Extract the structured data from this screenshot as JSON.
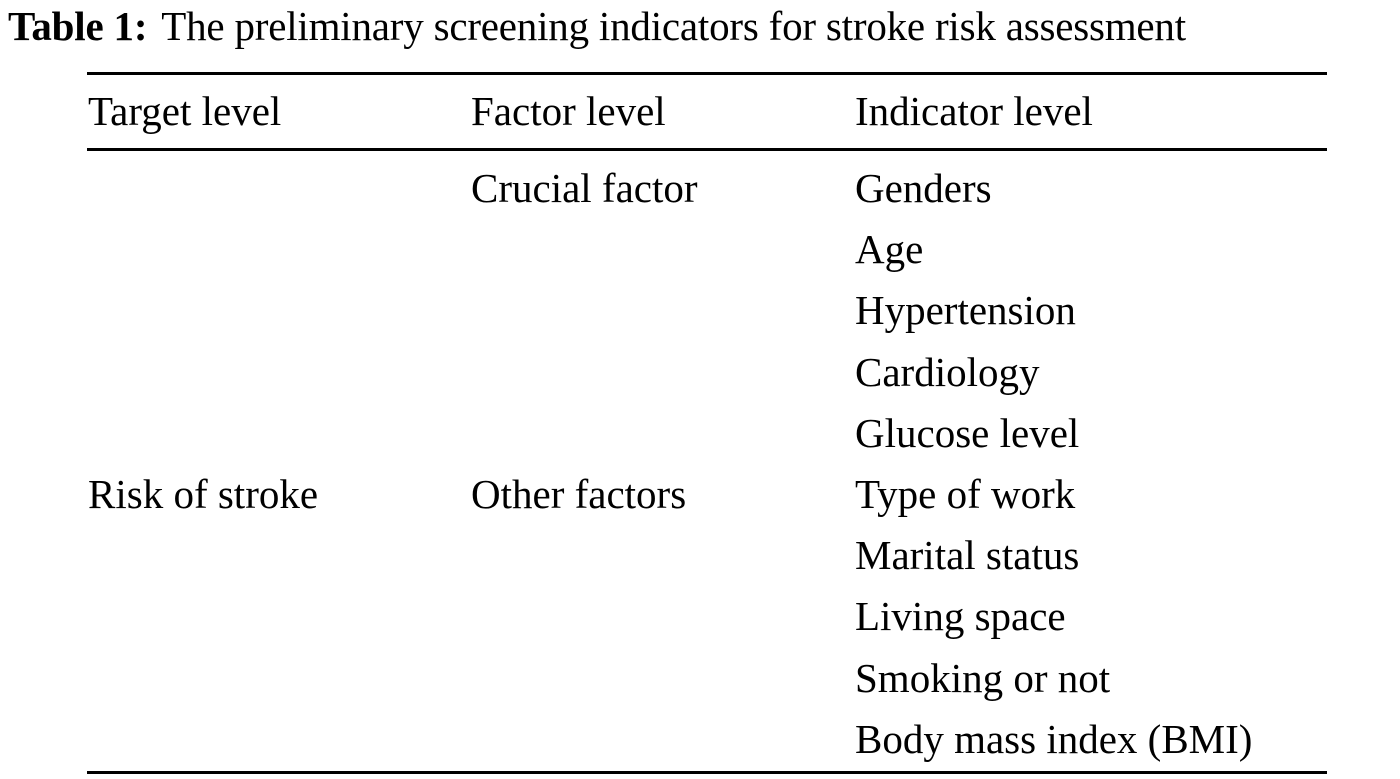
{
  "caption": {
    "label": "Table 1:",
    "text": "The preliminary screening indicators for stroke risk assessment"
  },
  "table": {
    "headers": [
      "Target level",
      "Factor level",
      "Indicator level"
    ],
    "target": "Risk of stroke",
    "factors": [
      {
        "label": "Crucial factor",
        "row_index": 0
      },
      {
        "label": "Other factors",
        "row_index": 5
      }
    ],
    "indicators": [
      "Genders",
      "Age",
      "Hypertension",
      "Cardiology",
      "Glucose level",
      "Type of work",
      "Marital status",
      "Living space",
      "Smoking or not",
      "Body mass index (BMI)"
    ]
  }
}
